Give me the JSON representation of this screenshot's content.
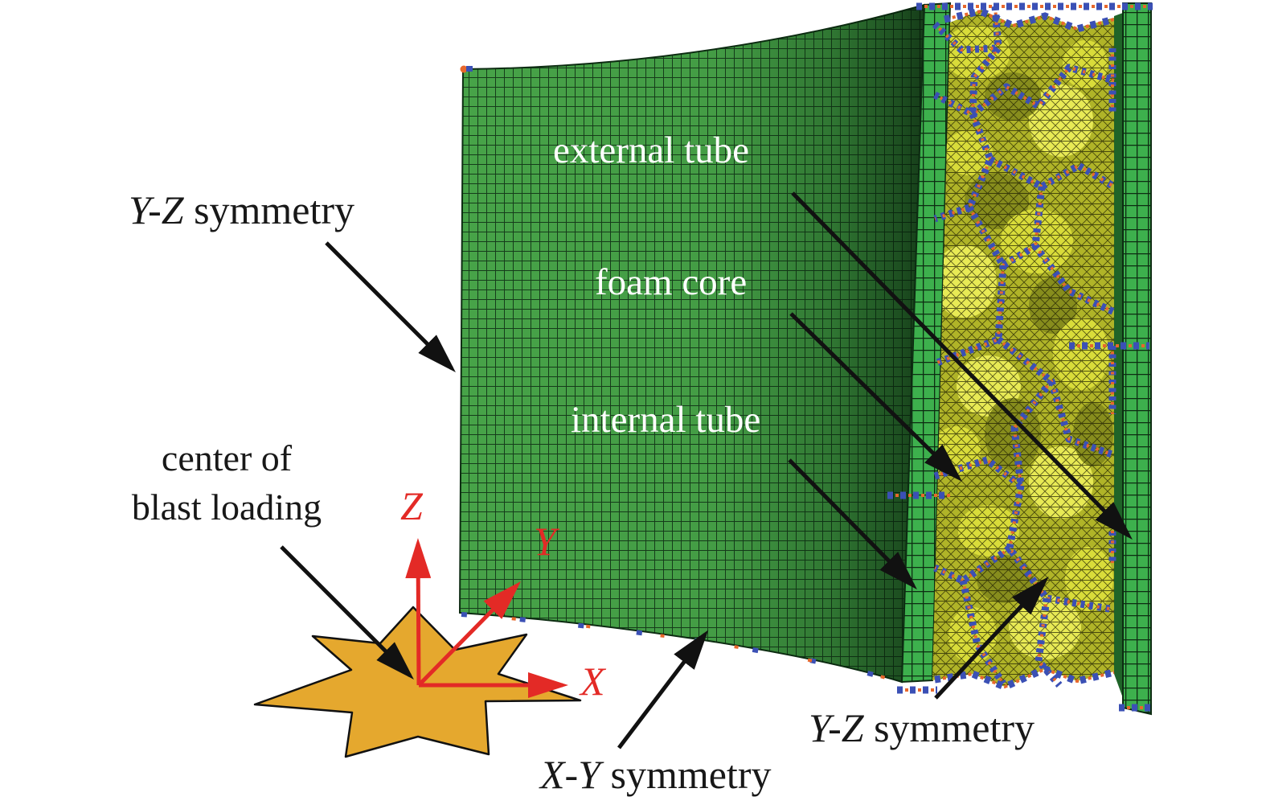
{
  "figure": {
    "description": "Finite element model of a foam-filled double-tube sandwich structure under blast loading, quarter model with symmetry planes",
    "labels": {
      "yz_symmetry_top": {
        "italic": "Y-Z",
        "rest": " symmetry"
      },
      "external_tube": "external tube",
      "foam_core": "foam core",
      "internal_tube": "internal tube",
      "blast_center": {
        "line1": "center of",
        "line2": "blast loading"
      },
      "xy_symmetry": {
        "italic": "X-Y",
        "rest": " symmetry"
      },
      "yz_symmetry_bottom": {
        "italic": "Y-Z",
        "rest": " symmetry"
      }
    },
    "axes": {
      "x_label": "X",
      "y_label": "Y",
      "z_label": "Z"
    },
    "colors": {
      "tube_mesh_green": "#47a348",
      "tube_edge_green": "#3db04d",
      "mesh_line_dark": "#163c1b",
      "foam_yellow": "#b0b428",
      "foam_cell_light": "#d9dc3a",
      "node_marker_blue": "#3b50b5",
      "node_marker_orange": "#e8682c",
      "axis_red": "#e32a26",
      "blast_star_orange": "#e5a82e",
      "arrow_black": "#111111",
      "label_white": "#ffffff",
      "label_black": "#181818"
    }
  }
}
